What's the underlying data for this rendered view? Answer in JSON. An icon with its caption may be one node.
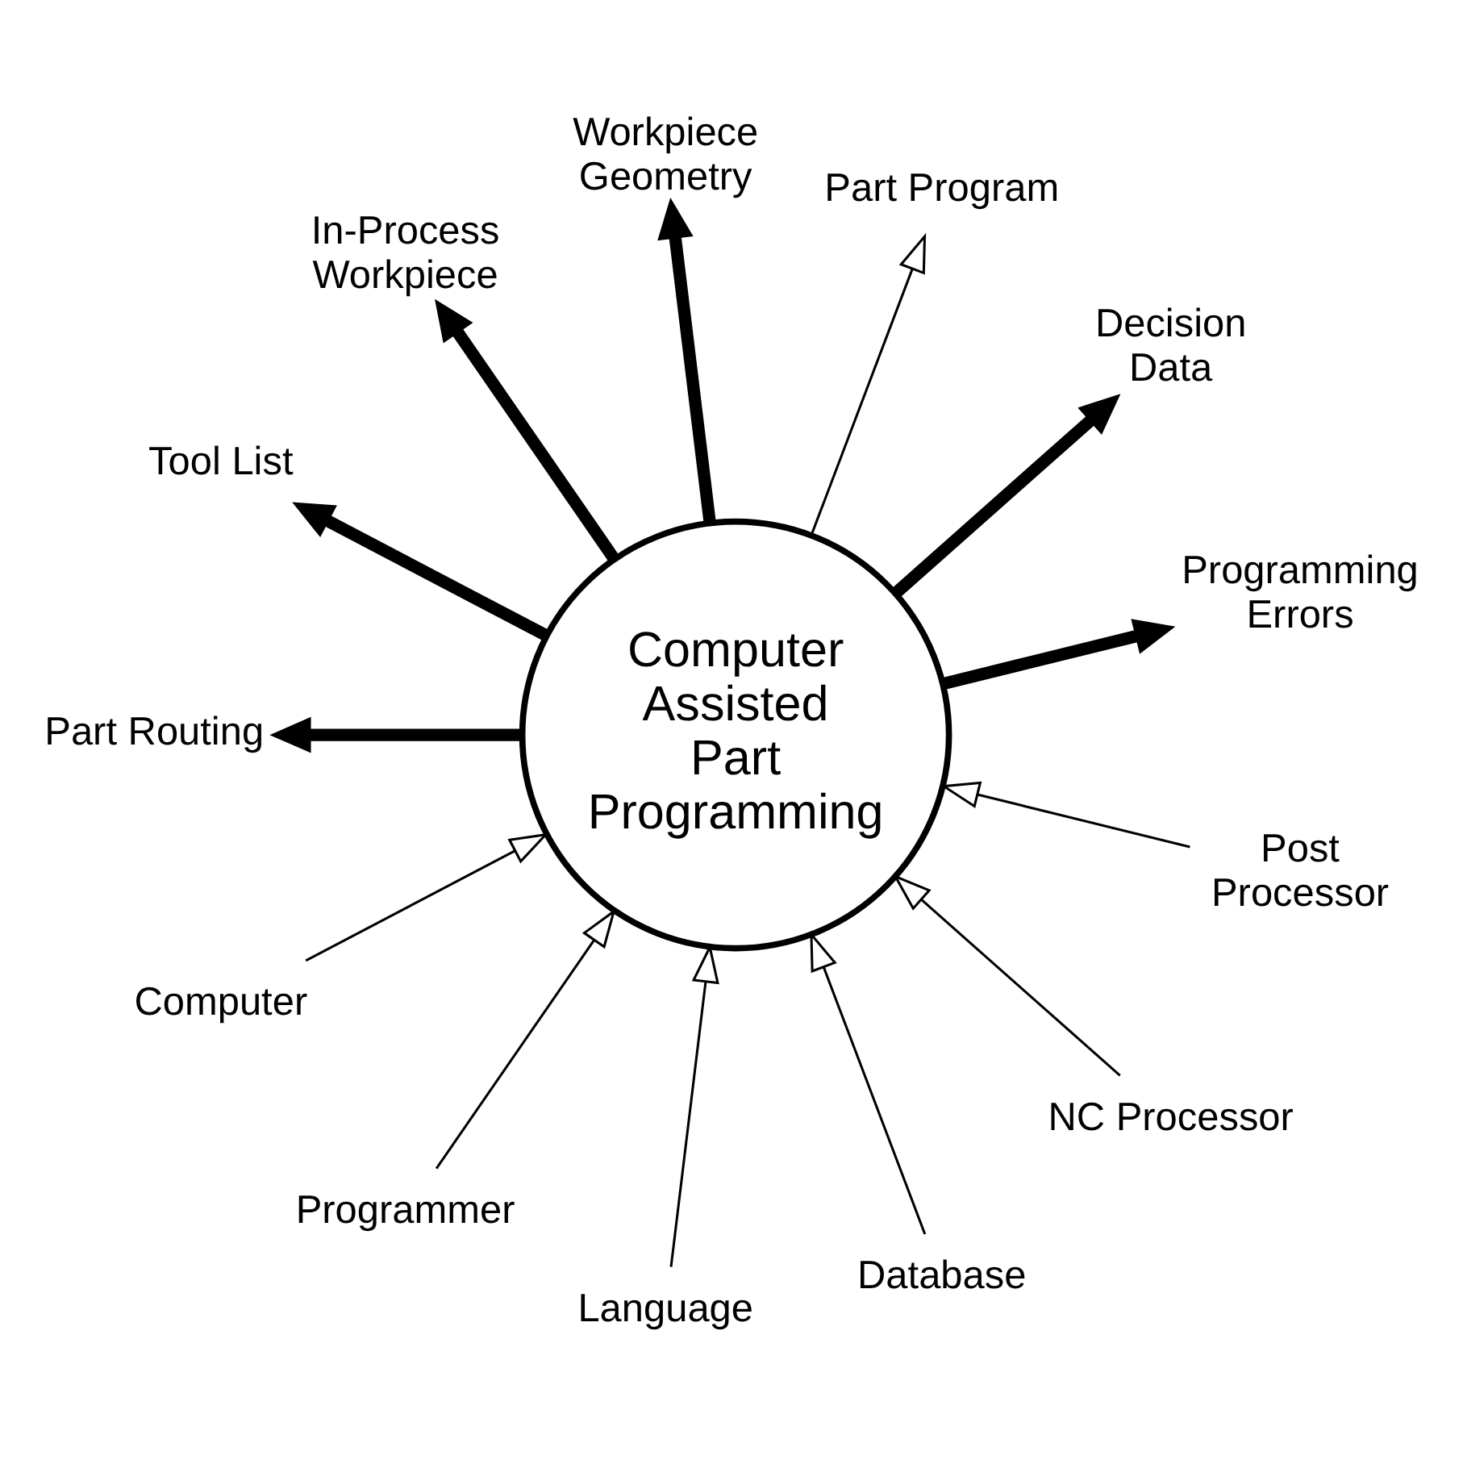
{
  "diagram": {
    "nodes": [
      {
        "text": [
          "Computer Assisted Part Programming"
        ]
      },
      {
        "text": [
          "Computer"
        ]
      },
      {
        "text": [
          "Programmer"
        ]
      },
      {
        "text": [
          "Language"
        ]
      },
      {
        "text": [
          "Database"
        ]
      },
      {
        "text": [
          "NC Processor"
        ]
      },
      {
        "text": [
          "Post Processor"
        ]
      },
      {
        "text": [
          "Programming Errors"
        ]
      },
      {
        "text": [
          "Decision Data"
        ]
      },
      {
        "text": [
          "Part Program"
        ]
      },
      {
        "text": [
          "Workpiece Geometry"
        ]
      },
      {
        "text": [
          "In-Process Workpiece"
        ]
      },
      {
        "text": [
          "Tool List"
        ]
      },
      {
        "text": [
          "Part Routing"
        ]
      }
    ],
    "edges": [
      {
        "from": 1,
        "to": 0,
        "arrow": "to"
      },
      {
        "from": 2,
        "to": 0,
        "arrow": "to"
      },
      {
        "from": 3,
        "to": 0,
        "arrow": "to"
      },
      {
        "from": 4,
        "to": 0,
        "arrow": "to"
      },
      {
        "from": 5,
        "to": 0,
        "arrow": "to"
      },
      {
        "from": 6,
        "to": 0,
        "arrow": "to"
      },
      {
        "from": 0,
        "to": 7,
        "arrow": "to",
        "style": "thick"
      },
      {
        "from": 0,
        "to": 8,
        "arrow": "to",
        "style": "thick"
      },
      {
        "from": 0,
        "to": 9,
        "arrow": "to"
      },
      {
        "from": 0,
        "to": 10,
        "arrow": "to",
        "style": "thick"
      },
      {
        "from": 0,
        "to": 11,
        "arrow": "to",
        "style": "thick"
      },
      {
        "from": 0,
        "to": 12,
        "arrow": "to",
        "style": "thick"
      },
      {
        "from": 0,
        "to": 13,
        "arrow": "to",
        "style": "thick"
      }
    ]
  }
}
